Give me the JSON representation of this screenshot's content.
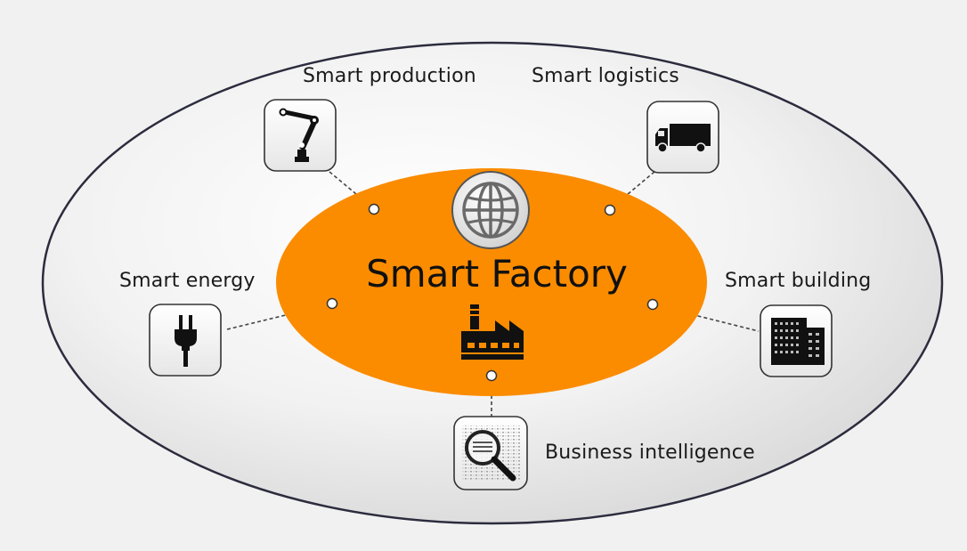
{
  "title": "Smart Factory",
  "colors": {
    "background": "#f1f1f1",
    "outer_ellipse_stroke": "#2c2c3e",
    "center_fill": "#fb8c00",
    "connector": "#444444"
  },
  "nodes": {
    "production": {
      "label": "Smart production",
      "icon": "robot-arm-icon"
    },
    "logistics": {
      "label": "Smart logistics",
      "icon": "truck-icon"
    },
    "energy": {
      "label": "Smart energy",
      "icon": "power-plug-icon"
    },
    "building": {
      "label": "Smart building",
      "icon": "buildings-icon"
    },
    "bi": {
      "label": "Business intelligence",
      "icon": "magnifier-binary-icon"
    }
  },
  "center_icons": [
    "globe-icon",
    "factory-icon"
  ]
}
